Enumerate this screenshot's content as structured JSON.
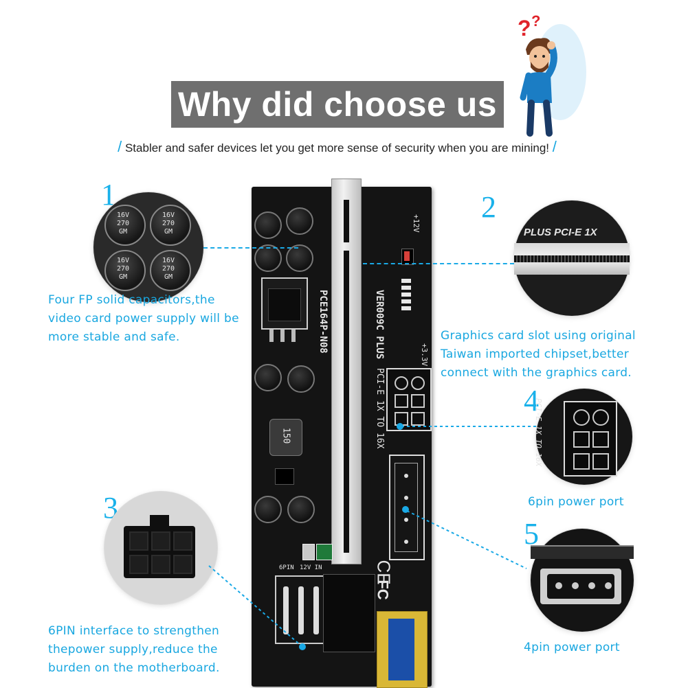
{
  "header": {
    "title": "Why did choose us",
    "subtitle": "Stabler and safer devices let you get more sense of security when you are mining!",
    "slash": "/"
  },
  "callouts": [
    {
      "num": "1",
      "lines": [
        "Four FP solid capacitors,the",
        "video card power supply will be",
        "more stable and safe."
      ]
    },
    {
      "num": "2",
      "lines": [
        "Graphics card slot using original",
        "Taiwan imported chipset,better",
        "connect with the graphics card."
      ]
    },
    {
      "num": "3",
      "lines": [
        "6PIN interface to strengthen",
        "thepower supply,reduce the",
        "burden on the motherboard."
      ]
    },
    {
      "num": "4",
      "lines": [
        "6pin power port"
      ]
    },
    {
      "num": "5",
      "lines": [
        "4pin power port"
      ]
    }
  ],
  "capacitor_label": [
    "16V",
    "270",
    "GM"
  ],
  "pcb_labels": {
    "model": "PCE164P-N08",
    "version": "VER009C PLUS",
    "spec": "PCI-E 1X TO 16X",
    "sixpin": "6PIN",
    "twelve_v_in": "12V IN",
    "inductor": "150",
    "plus12": "+12V",
    "plus33": "+3.3V",
    "ce": "CE",
    "fc": "FC"
  },
  "zoom_labels": {
    "slot": "PLUS  PCI-E 1X",
    "sixpin": "PCI-E 1X TO 16X"
  },
  "colors": {
    "accent": "#19a7e0",
    "title_bg": "#6f6f6f",
    "pcb": "#141414"
  }
}
